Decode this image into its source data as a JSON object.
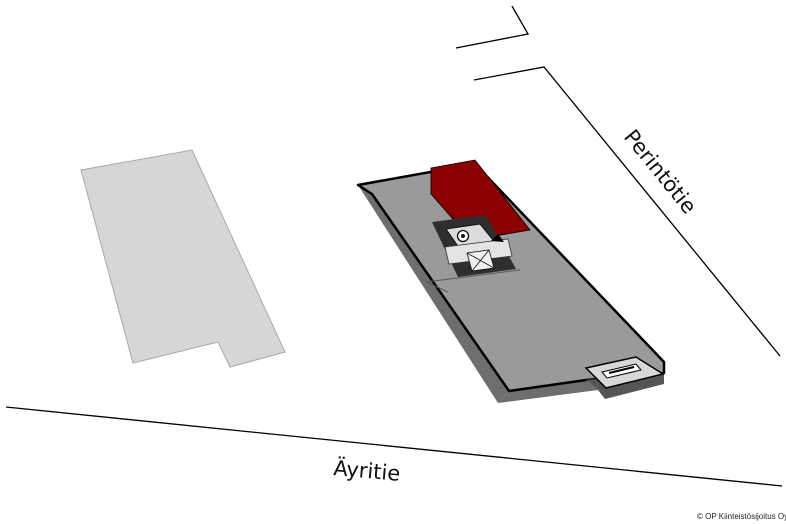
{
  "map": {
    "streets": [
      {
        "name": "Perintötie"
      },
      {
        "name": "Äyritie"
      }
    ],
    "copyright": "© OP Kiinteistösijoitus Oy",
    "colors": {
      "background": "#ffffff",
      "neighbor_building": "#d6d6d6",
      "target_building_roof": "#9a9a9a",
      "target_building_wall": "#6f6f6f",
      "highlighted_area": "#8b0000",
      "road_line": "#000000"
    }
  }
}
